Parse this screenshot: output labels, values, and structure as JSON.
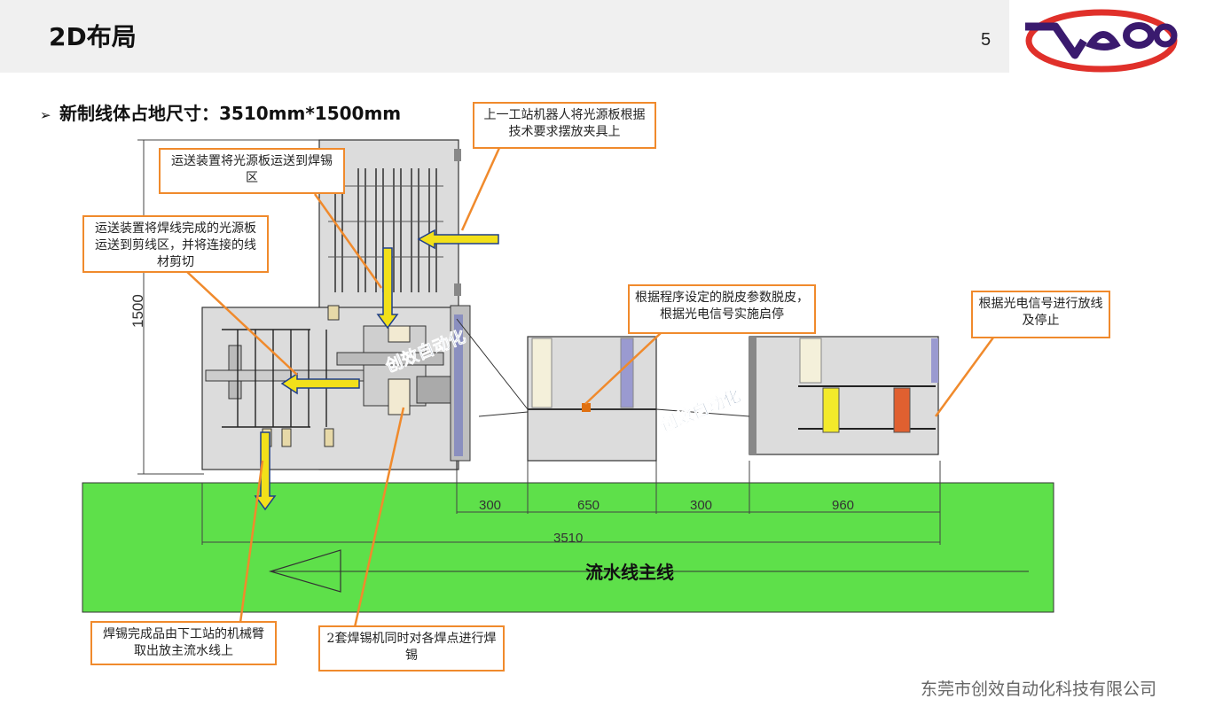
{
  "header": {
    "title": "2D布局",
    "page_number": "5"
  },
  "subtitle": "新制线体占地尺寸：3510mm*1500mm",
  "callouts": {
    "robot_place": "上一工站机器人将光源板根据技术要求摆放夹具上",
    "transport_to_solder": "运送装置将光源板运送到焊锡区",
    "transport_to_cut": "运送装置将焊线完成的光源板运送到剪线区，并将连接的线材剪切",
    "strip_program": "根据程序设定的脱皮参数脱皮，根据光电信号实施启停",
    "photo_signal": "根据光电信号进行放线及停止",
    "unload": "焊锡完成品由下工站的机械臂取出放主流水线上",
    "dual_solder": "2套焊锡机同时对各焊点进行焊锡"
  },
  "dimensions": {
    "height": "1500",
    "seg1": "300",
    "seg2": "650",
    "seg3": "300",
    "seg4": "960",
    "total": "3510"
  },
  "main_line_label": "流水线主线",
  "watermarks": [
    "创效自动化",
    "创效自动化"
  ],
  "company": "东莞市创效自动化科技有限公司",
  "colors": {
    "callout_border": "#f08a2c",
    "conveyor_green": "#5ee04a",
    "arrow_yellow": "#f2e01a",
    "arrow_outline": "#1f3f8a",
    "logo_purple": "#3a1a6e",
    "logo_red": "#e0302a"
  }
}
